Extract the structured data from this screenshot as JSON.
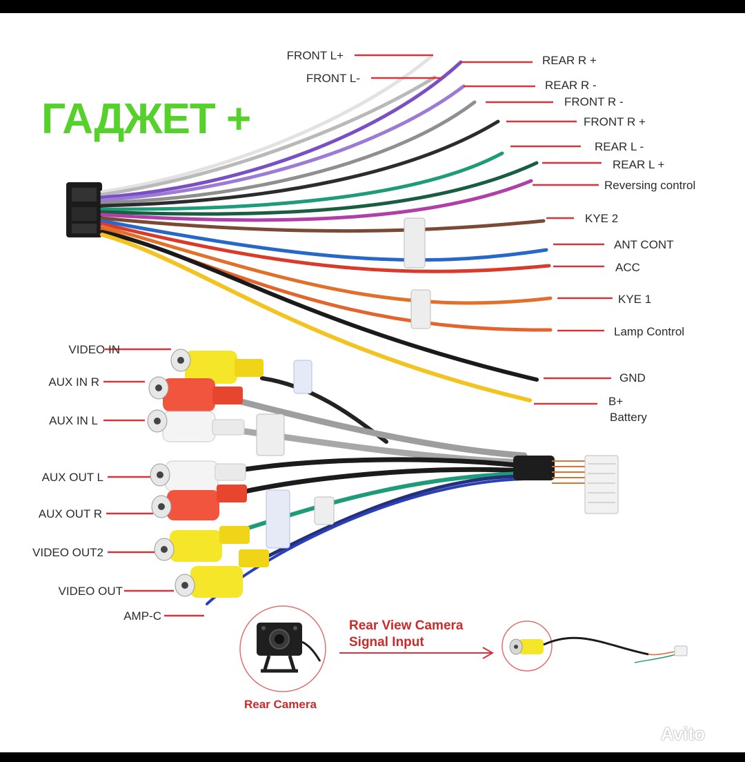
{
  "brand": {
    "text": "ГАДЖЕТ +",
    "color": "#56d12b"
  },
  "watermark": {
    "text": "Avito"
  },
  "power_connector": {
    "labels": [
      {
        "text": "FRONT L+",
        "wire": "#e8e8e8"
      },
      {
        "text": "FRONT L-",
        "wire": "#bdbdbd"
      },
      {
        "text": "REAR R +",
        "wire": "#7b4fc4"
      },
      {
        "text": "REAR R -",
        "wire": "#9b7bd6"
      },
      {
        "text": "FRONT R -",
        "wire": "#8f8f8f"
      },
      {
        "text": "FRONT R +",
        "wire": "#2c2c2c"
      },
      {
        "text": "REAR L -",
        "wire": "#1e9c7a"
      },
      {
        "text": "REAR L +",
        "wire": "#1a5e42"
      },
      {
        "text": "Reversing control",
        "wire": "#b03fa8"
      },
      {
        "text": "KYE 2",
        "wire": "#7a4a35"
      },
      {
        "text": "ANT CONT",
        "wire": "#2767c9"
      },
      {
        "text": "ACC",
        "wire": "#d93a2a"
      },
      {
        "text": "KYE 1",
        "wire": "#e0702a"
      },
      {
        "text": "Lamp Control",
        "wire": "#e3642c"
      },
      {
        "text": "GND",
        "wire": "#1a1a1a"
      },
      {
        "text": "B+",
        "wire": "#f2c321"
      },
      {
        "text": "Battery",
        "wire": "#f2c321"
      }
    ]
  },
  "rca_connector": {
    "labels": [
      {
        "text": "VIDEO IN",
        "plug": "#f5e62a"
      },
      {
        "text": "AUX IN R",
        "plug": "#f2553e"
      },
      {
        "text": "AUX  IN L",
        "plug": "#f4f4f4"
      },
      {
        "text": "AUX OUT L",
        "plug": "#f4f4f4"
      },
      {
        "text": "AUX OUT R",
        "plug": "#f2553e"
      },
      {
        "text": "VIDEO OUT2",
        "plug": "#f5e62a"
      },
      {
        "text": "VIDEO OUT",
        "plug": "#f5e62a"
      },
      {
        "text": "AMP-C",
        "plug": "#2b3fb8"
      }
    ]
  },
  "camera": {
    "title_line1": "Rear View Camera",
    "title_line2": "Signal Input",
    "label": "Rear Camera"
  },
  "colors": {
    "leader": "#d9323a",
    "accent_red": "#c92a2a"
  }
}
